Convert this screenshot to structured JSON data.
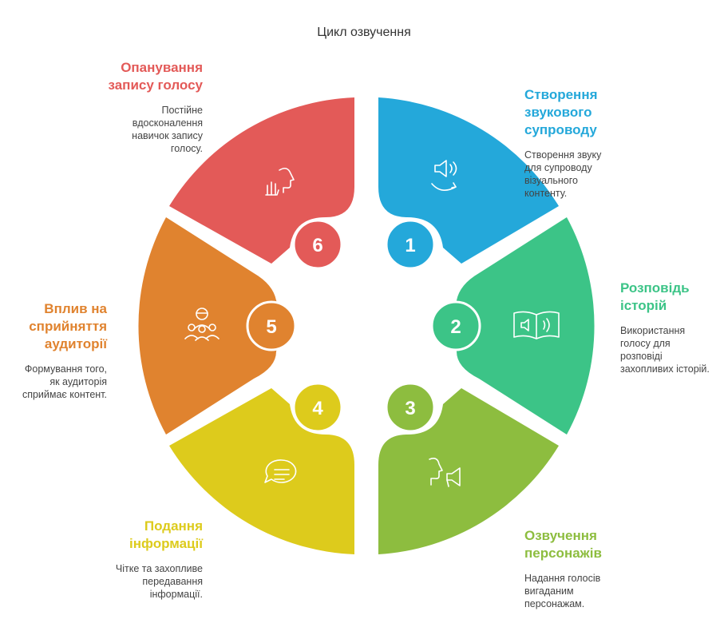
{
  "title": "Цикл озвучення",
  "colors": {
    "blue": "#24A8DA",
    "green": "#3CC487",
    "olive": "#8DBD3F",
    "yellow": "#DDCB1C",
    "orange": "#E0832F",
    "red": "#E35A58"
  },
  "segments": [
    {
      "number": "1",
      "icon": "speaker-cycle-icon",
      "heading": "Створення\nзвукового\nсупроводу",
      "description": "Створення звуку\nдля супроводу\nвізуального\nконтенту."
    },
    {
      "number": "2",
      "icon": "audio-book-icon",
      "heading": "Розповідь\nісторій",
      "description": "Використання\nголосу для\nрозповіді\nзахопливих історій."
    },
    {
      "number": "3",
      "icon": "voice-megaphone-icon",
      "heading": "Озвучення\nперсонажів",
      "description": "Надання голосів\nвигаданим\nперсонажам."
    },
    {
      "number": "4",
      "icon": "chat-bubble-icon",
      "heading": "Подання\nінформації",
      "description": "Чітке та захопливе\nпередавання\nінформації."
    },
    {
      "number": "5",
      "icon": "audience-icon",
      "heading": "Вплив на\nсприйняття\nаудиторії",
      "description": "Формування того,\nяк аудиторія\nсприймає контент."
    },
    {
      "number": "6",
      "icon": "voice-hand-icon",
      "heading": "Опанування\nзапису голосу",
      "description": "Постійне\nвдосконалення\nнавичок запису\nголосу."
    }
  ]
}
